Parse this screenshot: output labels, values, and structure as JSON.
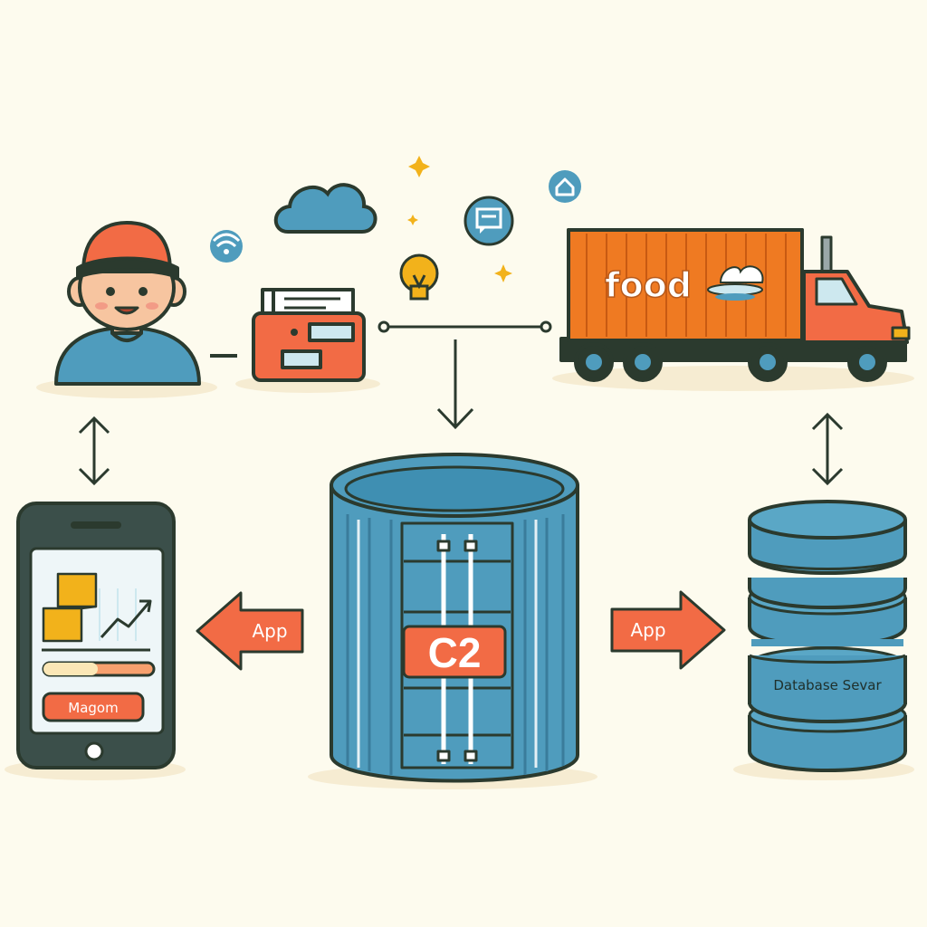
{
  "truck": {
    "cargo_label": "food"
  },
  "phone": {
    "button_label": "Magom"
  },
  "arrows": {
    "left_label": "App",
    "right_label": "App"
  },
  "container": {
    "badge_label": "C2"
  },
  "database": {
    "label": "Database Sevar"
  },
  "colors": {
    "background": "#fdfbee",
    "outline": "#2b3a2e",
    "accent_orange": "#f26b45",
    "truck_orange": "#ef7a22",
    "blue": "#4f9cbd",
    "blue_dark": "#3f86a6",
    "yellow": "#f2b21b"
  }
}
